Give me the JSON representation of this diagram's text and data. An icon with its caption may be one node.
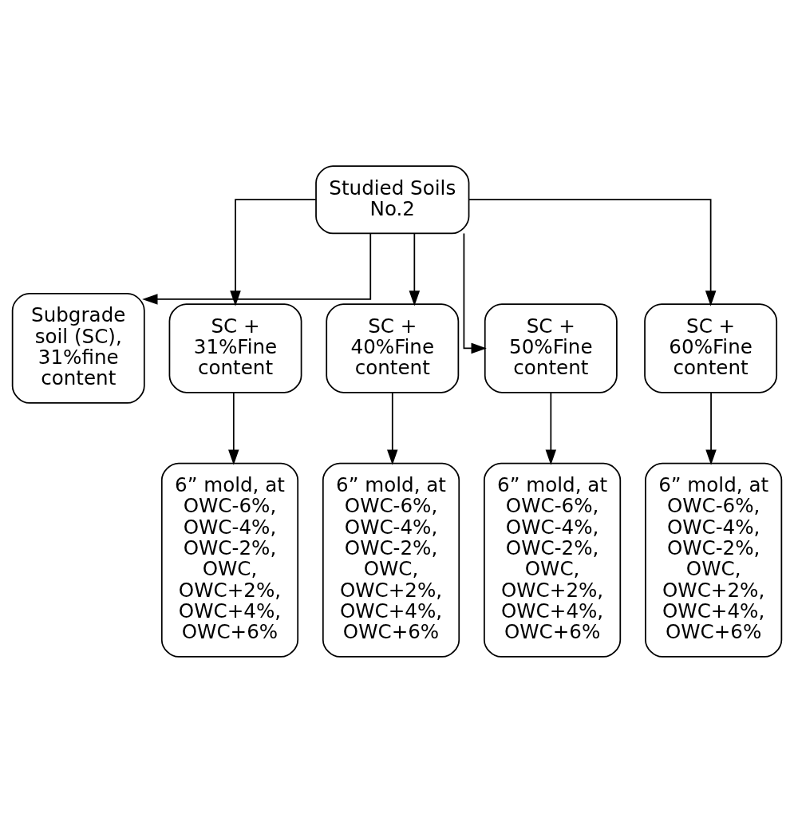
{
  "diagram": {
    "nodes": [
      {
        "text": [
          "Studied Soils No.2"
        ]
      },
      {
        "text": [
          "Subgrade soil (SC), 31%fine content"
        ]
      },
      {
        "text": [
          "SC + 31%Fine content"
        ]
      },
      {
        "text": [
          "SC + 40%Fine content"
        ]
      },
      {
        "text": [
          "SC + 50%Fine content"
        ]
      },
      {
        "text": [
          "SC + 60%Fine content"
        ]
      },
      {
        "text": [
          "6” mold, at OWC-6%, OWC-4%, OWC-2%, OWC, OWC+2%, OWC+4%, OWC+6%"
        ]
      },
      {
        "text": [
          "6” mold, at OWC-6%, OWC-4%, OWC-2%, OWC, OWC+2%, OWC+4%, OWC+6%"
        ]
      },
      {
        "text": [
          "6” mold, at OWC-6%, OWC-4%, OWC-2%, OWC, OWC+2%, OWC+4%, OWC+6%"
        ]
      },
      {
        "text": [
          "6” mold, at OWC-6%, OWC-4%, OWC-2%, OWC, OWC+2%, OWC+4%, OWC+6%"
        ]
      }
    ],
    "edges": [
      {
        "from": 0,
        "to": 1,
        "arrow": "to"
      },
      {
        "from": 0,
        "to": 2,
        "arrow": "to"
      },
      {
        "from": 0,
        "to": 3,
        "arrow": "to"
      },
      {
        "from": 0,
        "to": 4,
        "arrow": "to"
      },
      {
        "from": 0,
        "to": 5,
        "arrow": "to"
      },
      {
        "from": 2,
        "to": 6,
        "arrow": "to"
      },
      {
        "from": 3,
        "to": 7,
        "arrow": "to"
      },
      {
        "from": 4,
        "to": 8,
        "arrow": "to"
      },
      {
        "from": 5,
        "to": 9,
        "arrow": "to"
      }
    ]
  }
}
